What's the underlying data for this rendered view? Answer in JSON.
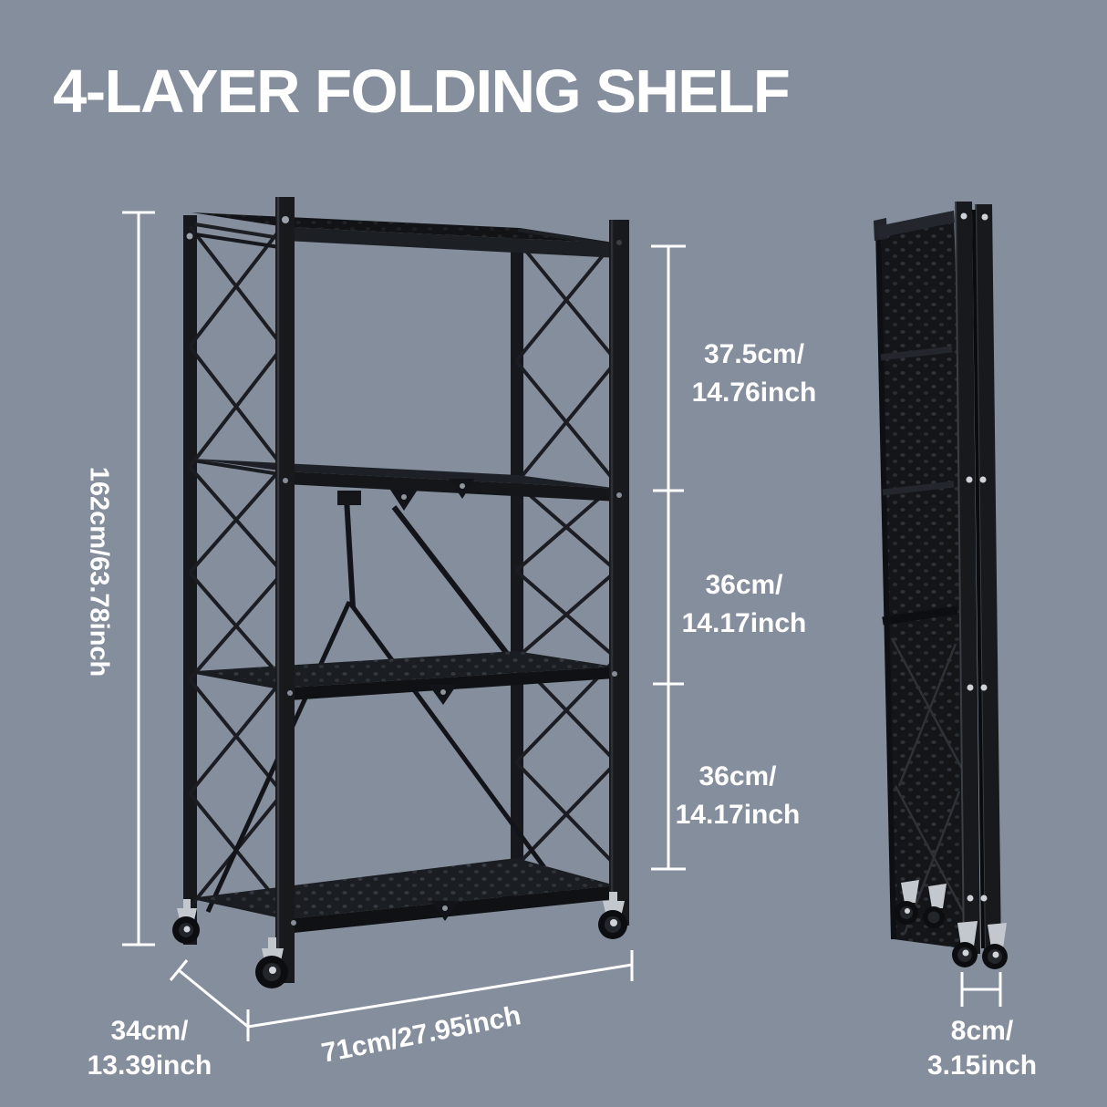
{
  "title": "4-LAYER FOLDING SHELF",
  "colors": {
    "background": "#858e9c",
    "text": "#ffffff",
    "dimension_lines": "#ffffff",
    "shelf_metal": "#15171b",
    "caster_silver": "#c3c8cf"
  },
  "product": {
    "main_view": "4-layer folding shelf unit on casters",
    "side_view": "folded-flat shelf unit on casters"
  },
  "dimensions": {
    "overall_height": {
      "label": "162cm/63.78inch"
    },
    "tier_top": {
      "cm": "37.5cm/",
      "inch": "14.76inch"
    },
    "tier_middle": {
      "cm": "36cm/",
      "inch": "14.17inch"
    },
    "tier_bottom": {
      "cm": "36cm/",
      "inch": "14.17inch"
    },
    "depth": {
      "cm": "34cm/",
      "inch": "13.39inch"
    },
    "width": {
      "label": "71cm/27.95inch"
    },
    "folded_depth": {
      "cm": "8cm/",
      "inch": "3.15inch"
    }
  }
}
